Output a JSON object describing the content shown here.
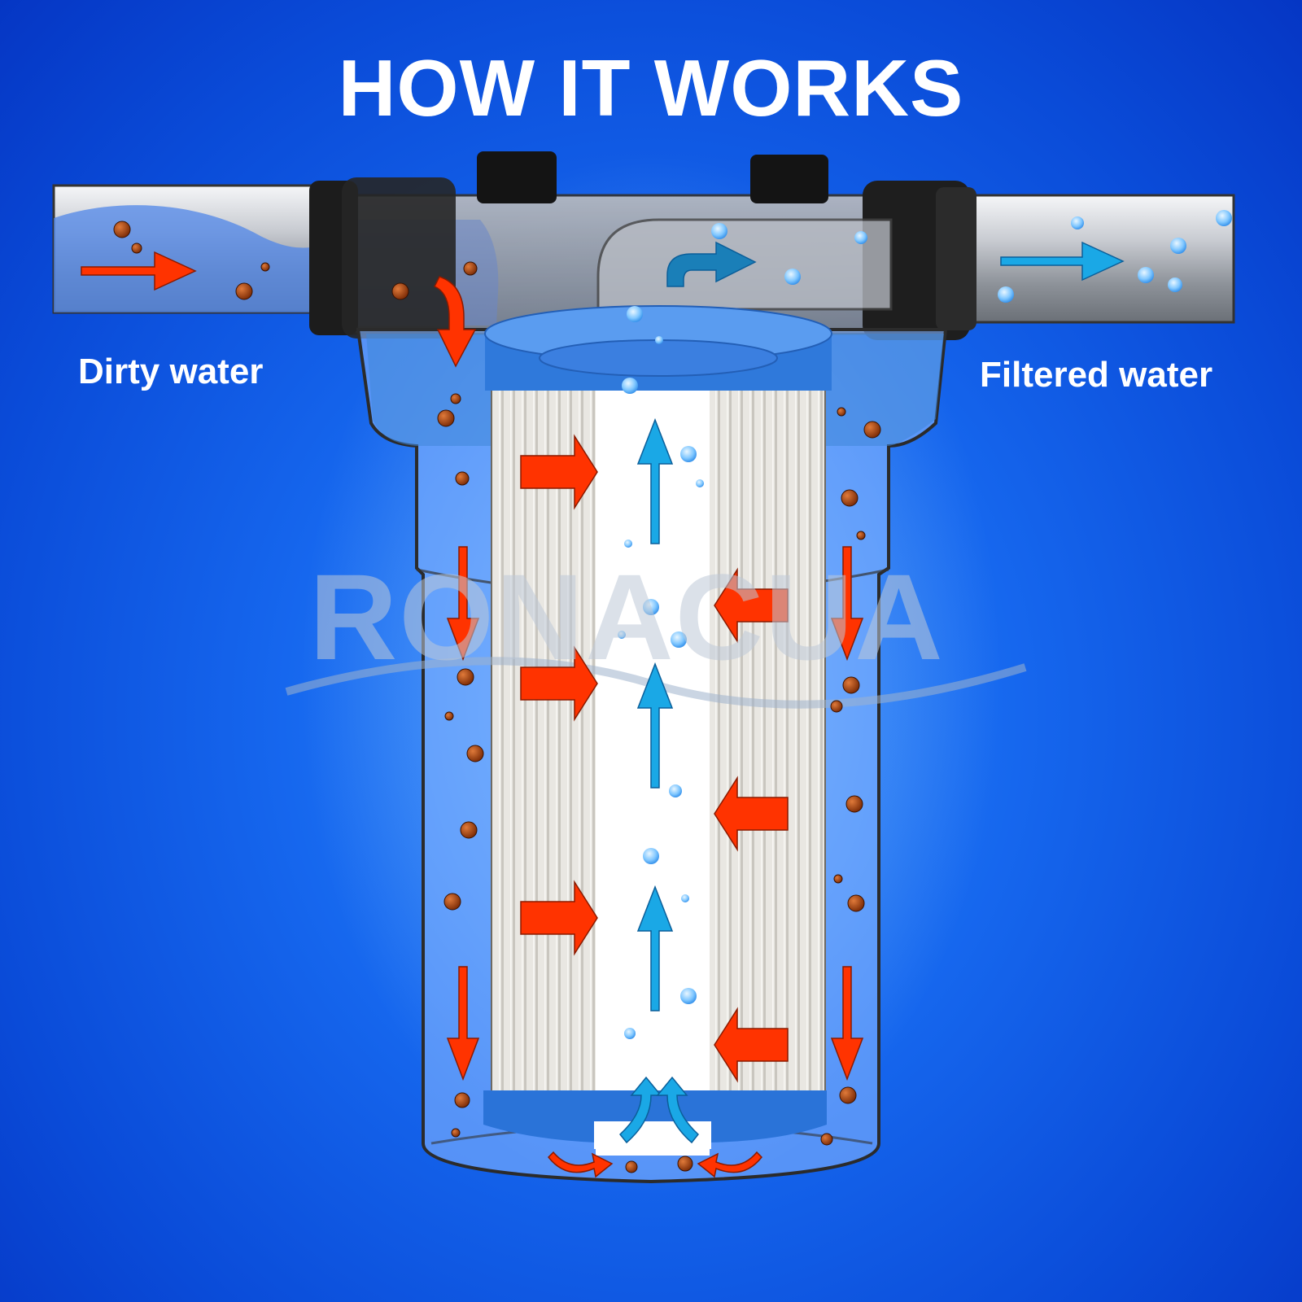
{
  "title": "HOW IT WORKS",
  "labels": {
    "dirty": "Dirty water",
    "filtered": "Filtered water"
  },
  "watermark": "RONACUA",
  "colors": {
    "background": "#1667ee",
    "dirty_arrow": "#ff3300",
    "clean_arrow": "#1aa8e6",
    "particle": "#b5400e",
    "bubble": "#8fd0ff",
    "filter_cap": "#2a7fe0",
    "pleats": "#e8e6e1"
  }
}
